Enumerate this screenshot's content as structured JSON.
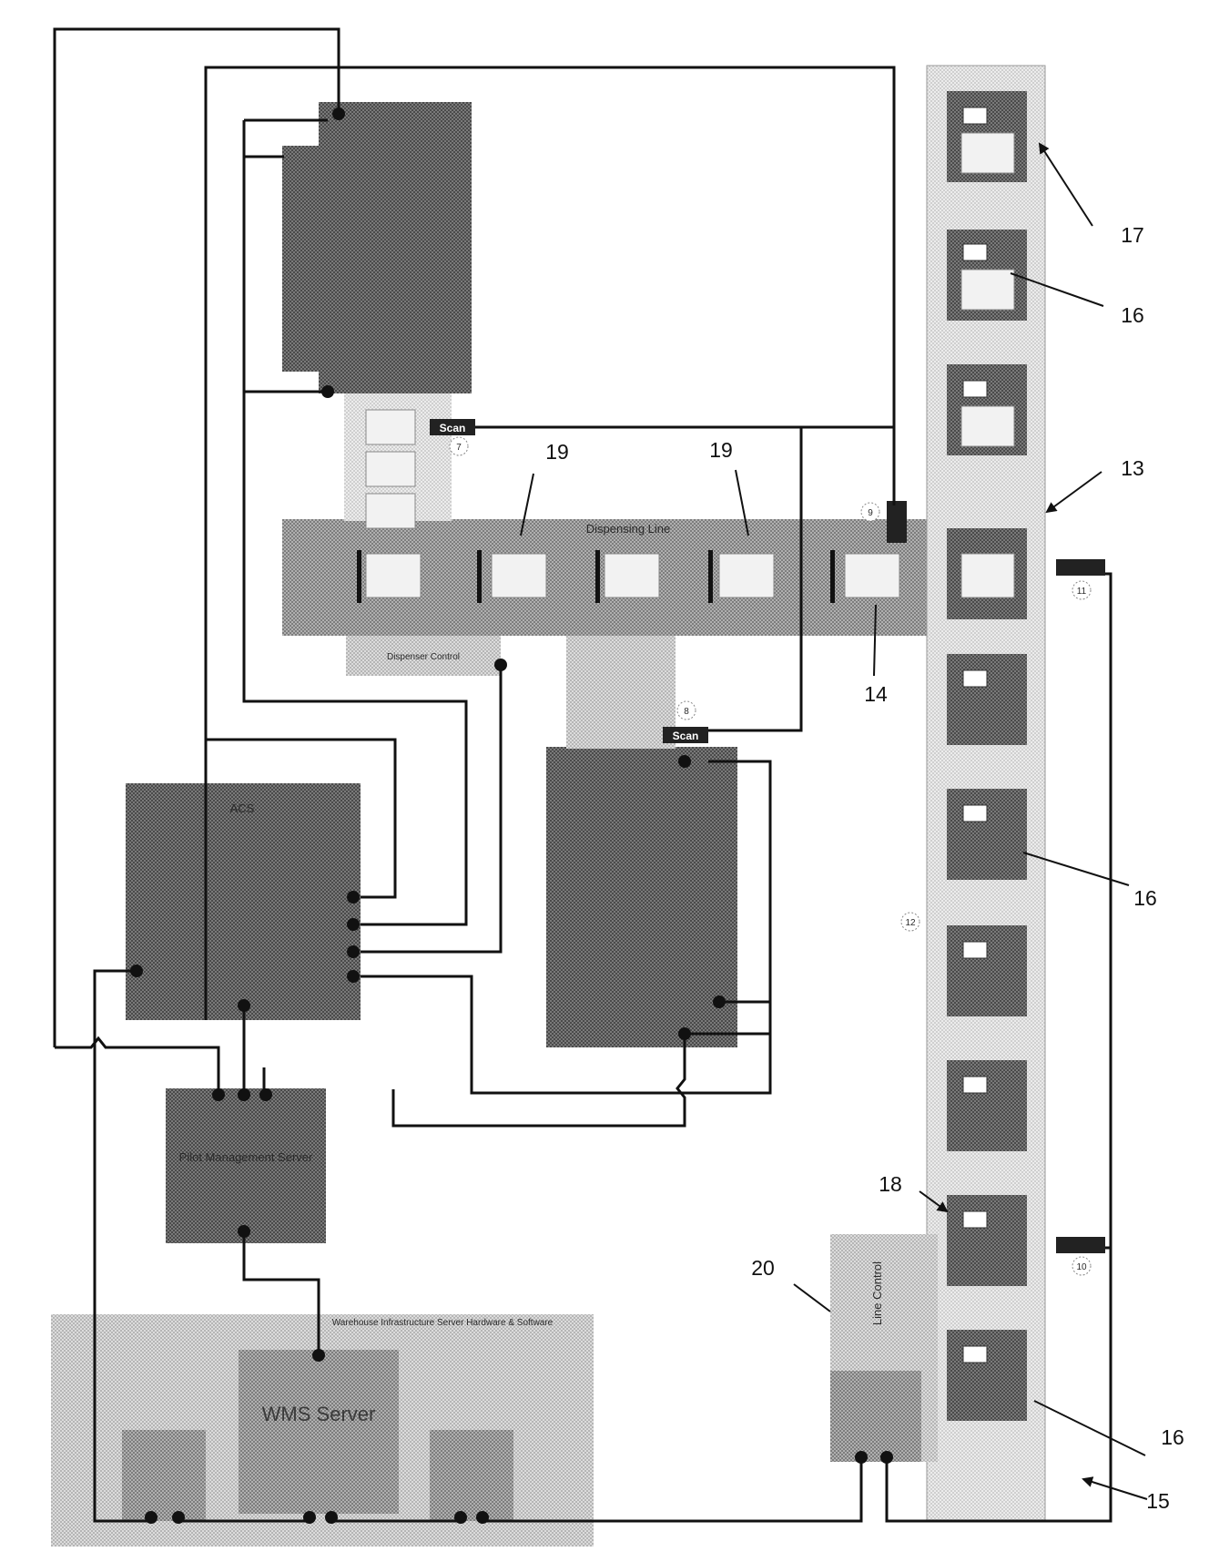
{
  "reference_numerals": {
    "n13": "13",
    "n14": "14",
    "n15": "15",
    "n16a": "16",
    "n16b": "16",
    "n16c": "16",
    "n17": "17",
    "n18": "18",
    "n19a": "19",
    "n19b": "19",
    "n20": "20"
  },
  "circled_numerals": {
    "c7": "7",
    "c8": "8",
    "c9": "9",
    "c10": "10",
    "c11": "11",
    "c12": "12"
  },
  "labels": {
    "acs": "ACS",
    "dispenser_line": "Dispensing Line",
    "dispenser_control": "Dispenser Control",
    "pilot_mgmt": "Pilot Management Server",
    "wms_server": "WMS Server",
    "warehouse_infra": "Warehouse Infrastructure Server Hardware & Software",
    "line_control": "Line Control",
    "scan_a": "Scan",
    "scan_b": "Scan"
  },
  "colors": {
    "box_dark": "#6e6e6e",
    "box_mid": "#9a9a9a",
    "box_light": "#cfcfcf",
    "wire": "#111111"
  },
  "icons": {
    "tote": "tote-icon",
    "camera": "camera-icon",
    "scanner": "scanner-icon",
    "connector": "connector-icon"
  }
}
